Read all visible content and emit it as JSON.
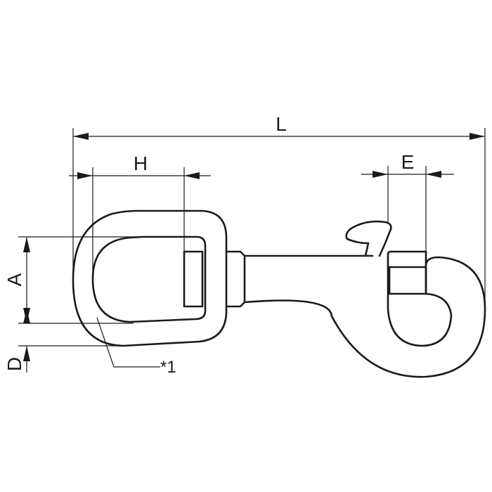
{
  "labels": {
    "L": "L",
    "H": "H",
    "E": "E",
    "A": "A",
    "D": "D",
    "note": "*1"
  }
}
